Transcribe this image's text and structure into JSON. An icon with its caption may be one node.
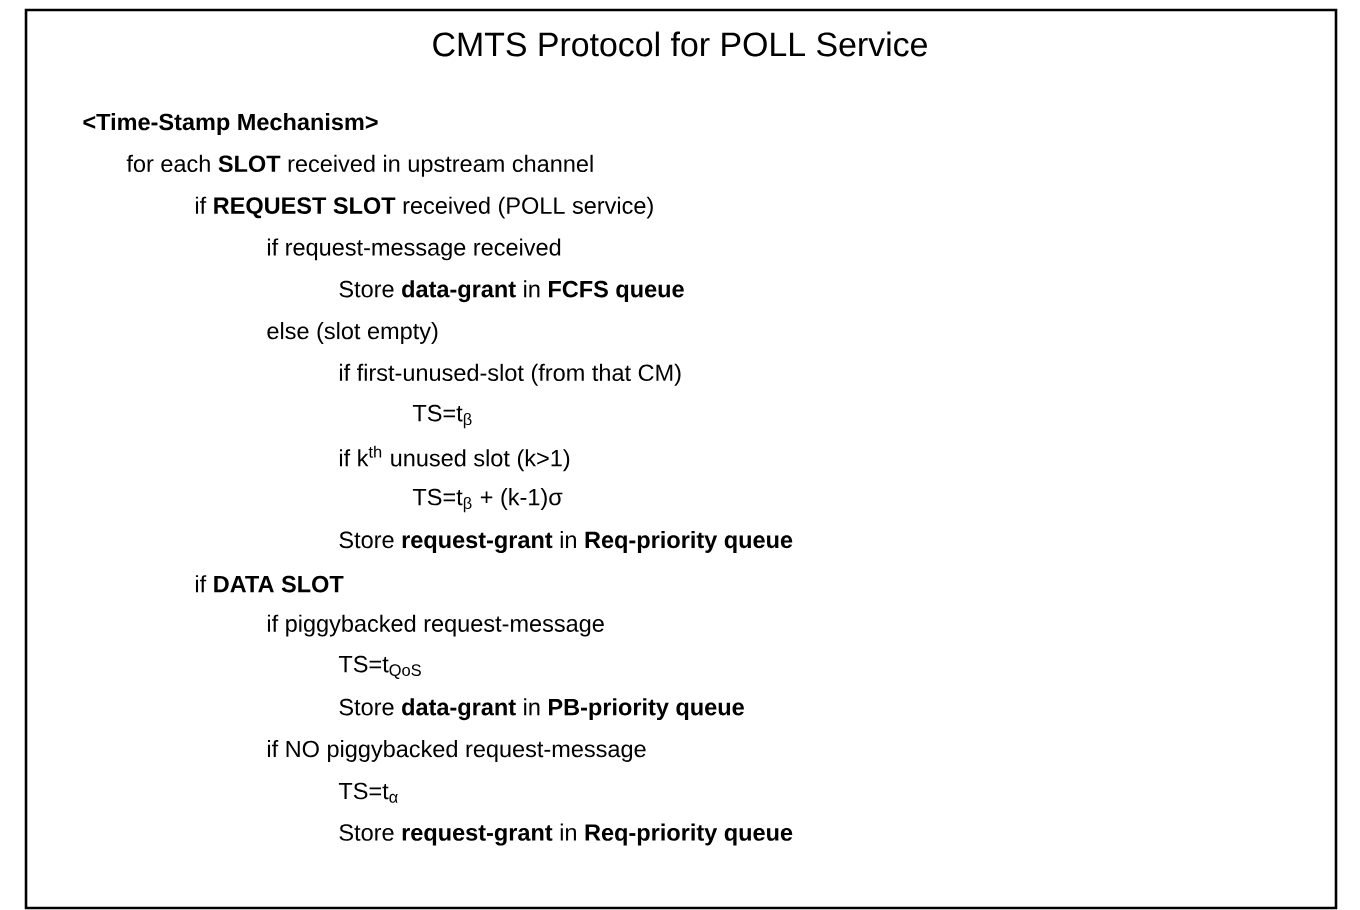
{
  "diagram": {
    "nodes": [
      {
        "text": [
          "CMTS Protocol for POLL Service",
          "<Time-Stamp Mechanism>",
          "for each **SLOT** received in upstream channel",
          "if **REQUEST SLOT** received (POLL service)",
          "if request-message received",
          "Store **data-grant** in **FCFS queue**",
          "else (slot empty)",
          "if first-unused-slot (from that CM)",
          "TS=t$_{β}$",
          "if k$^{th}$ unused slot (k>1)",
          "TS=t$_{β}$ + (k-1)σ",
          "Store **request-grant** in **Req-priority queue**",
          "if **DATA SLOT**",
          "if piggybacked request-message",
          "TS=t$_{QoS}$",
          "Store **data-grant** in **PB-priority queue**",
          "if NO piggybacked request-message",
          "TS=t$_{α}$",
          "Store **request-grant** in **Req-priority queue**"
        ]
      }
    ]
  }
}
